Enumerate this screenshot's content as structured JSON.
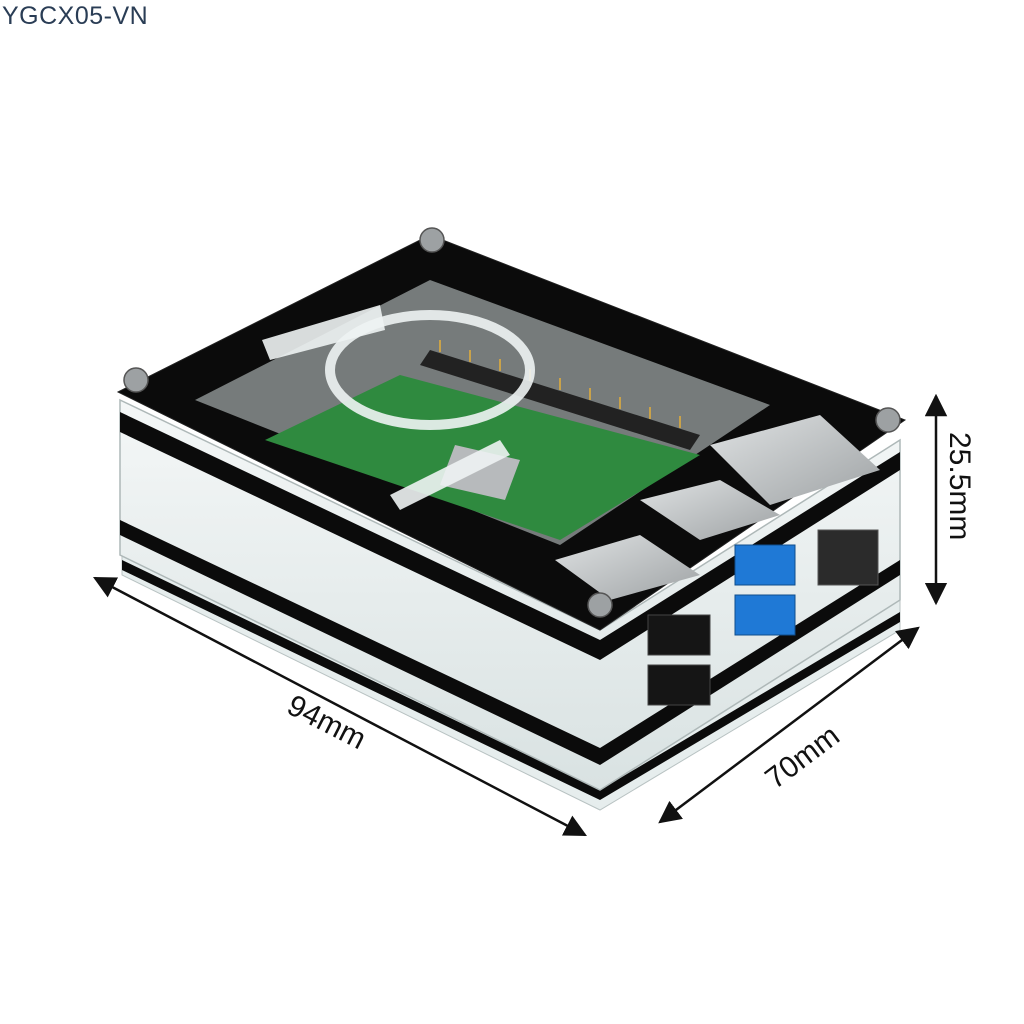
{
  "product": {
    "sku": "YGCX05-VN"
  },
  "dimensions": {
    "length": "94mm",
    "width": "70mm",
    "height": "25.5mm"
  },
  "colors": {
    "acrylic_black": "#0b0b0b",
    "acrylic_clear": "#e9f0f0",
    "pcb_green": "#2f8a3f",
    "usb3_blue": "#1f79d6",
    "metal": "#b9bcbe"
  }
}
